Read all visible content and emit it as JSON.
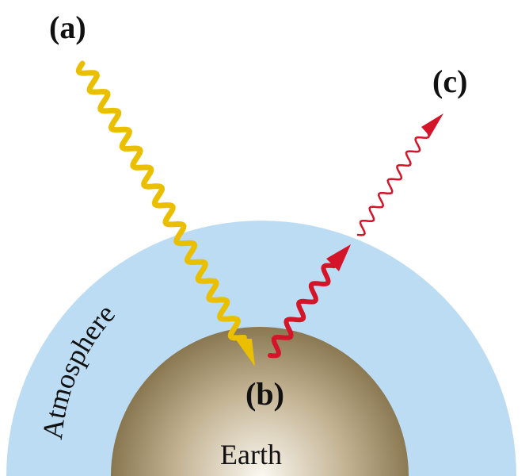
{
  "labels": {
    "a": "(a)",
    "b": "(b)",
    "c": "(c)",
    "atmosphere": "Atmosphere",
    "earth": "Earth"
  },
  "colors": {
    "atmosphere": "#bcdcf4",
    "earth_center": "#fbf8f1",
    "earth_mid": "#c3b393",
    "earth_edge": "#84734c",
    "incoming_wave": "#e9bf00",
    "outgoing_wave": "#d41428",
    "outgoing_wave_space": "#d41428"
  }
}
